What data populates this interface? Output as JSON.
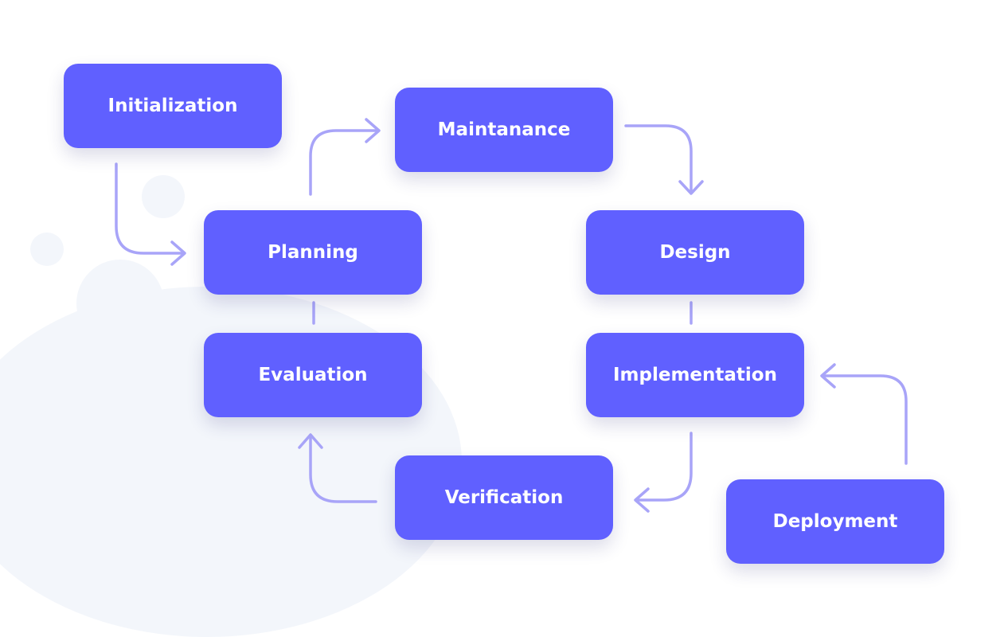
{
  "colors": {
    "node_fill": "#6060ff",
    "node_text": "#ffffff",
    "arrow": "#a8a4f8",
    "background": "#ffffff",
    "background_shape": "#f3f6fb"
  },
  "nodes": {
    "initialization": "Initialization",
    "planning": "Planning",
    "maintanance": "Maintanance",
    "design": "Design",
    "evaluation": "Evaluation",
    "implementation": "Implementation",
    "verification": "Verification",
    "deployment": "Deployment"
  },
  "edges": [
    {
      "from": "Initialization",
      "to": "Planning"
    },
    {
      "from": "Planning",
      "to": "Maintanance"
    },
    {
      "from": "Maintanance",
      "to": "Design"
    },
    {
      "from": "Design",
      "to": "Implementation"
    },
    {
      "from": "Implementation",
      "to": "Verification"
    },
    {
      "from": "Verification",
      "to": "Evaluation"
    },
    {
      "from": "Evaluation",
      "to": "Planning"
    },
    {
      "from": "Deployment",
      "to": "Implementation"
    }
  ]
}
